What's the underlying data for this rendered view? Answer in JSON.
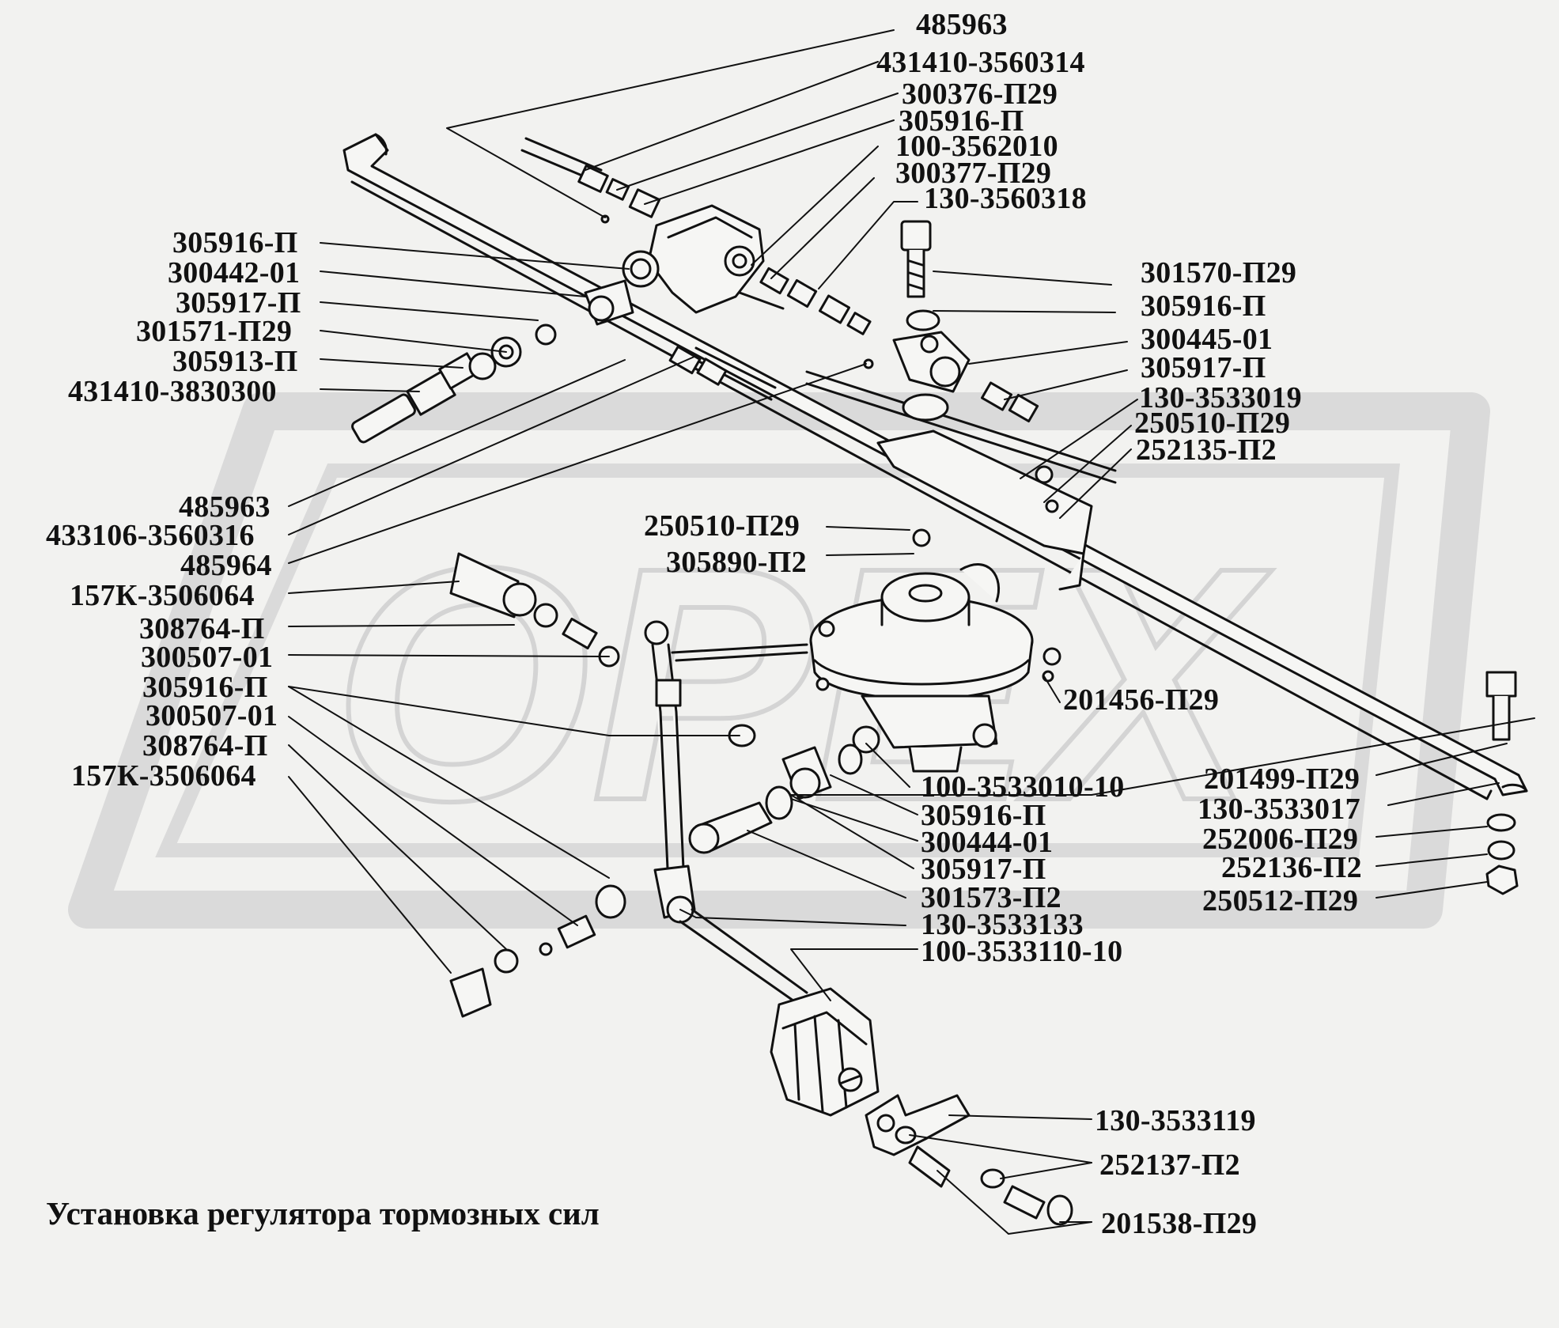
{
  "caption": "Установка регулятора тормозных сил",
  "watermark": "ОРЕХ",
  "colors": {
    "background": "#f2f2f0",
    "ink": "#111111",
    "watermark": "#d9d9d9"
  },
  "parts": {
    "p01": "485963",
    "p02": "431410-3560314",
    "p03": "300376-П29",
    "p04": "305916-П",
    "p05": "100-3562010",
    "p06": "300377-П29",
    "p07": "130-3560318",
    "p08": "305916-П",
    "p09": "300442-01",
    "p10": "305917-П",
    "p11": "301571-П29",
    "p12": "305913-П",
    "p13": "431410-3830300",
    "p14": "301570-П29",
    "p15": "305916-П",
    "p16": "300445-01",
    "p17": "305917-П",
    "p18": "130-3533019",
    "p19": "250510-П29",
    "p20": "252135-П2",
    "p21": "485963",
    "p22": "433106-3560316",
    "p23": "485964",
    "p24": "250510-П29",
    "p25": "305890-П2",
    "p26": "157К-3506064",
    "p27": "308764-П",
    "p28": "300507-01",
    "p29": "305916-П",
    "p30": "300507-01",
    "p31": "308764-П",
    "p32": "157К-3506064",
    "p33": "201456-П29",
    "p34": "100-3533010-10",
    "p35": "305916-П",
    "p36": "300444-01",
    "p37": "305917-П",
    "p38": "301573-П2",
    "p39": "130-3533133",
    "p40": "100-3533110-10",
    "p41": "201499-П29",
    "p42": "130-3533017",
    "p43": "252006-П29",
    "p44": "252136-П2",
    "p45": "250512-П29",
    "p46": "130-3533119",
    "p47": "252137-П2",
    "p48": "201538-П29"
  }
}
